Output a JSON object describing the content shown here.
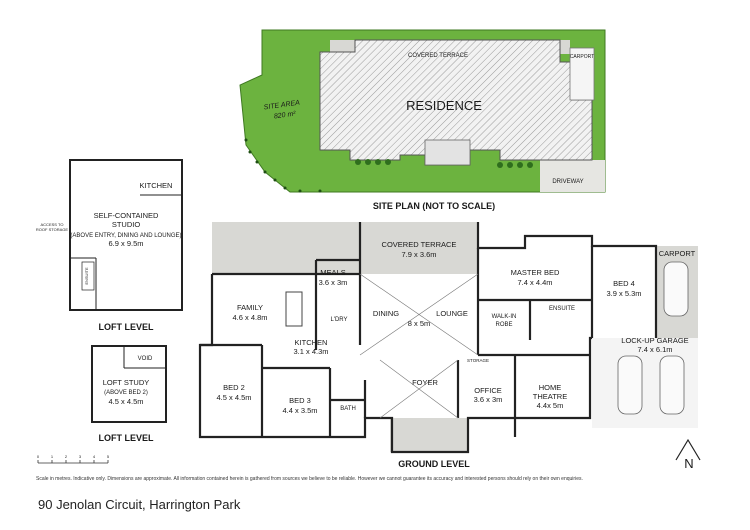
{
  "site_plan": {
    "residence": "RESIDENCE",
    "covered_terrace": "COVERED TERRACE",
    "carport": "CARPORT",
    "driveway": "DRIVEWAY",
    "site_area": "SITE AREA",
    "site_area_value": "820 m²",
    "title": "SITE PLAN (NOT TO SCALE)"
  },
  "loft_studio": {
    "kitchen": "KITCHEN",
    "studio_line1": "SELF-CONTAINED",
    "studio_line2": "STUDIO",
    "studio_note": "(ABOVE ENTRY, DINING AND LOUNGE)",
    "studio_size": "6.9 x 9.5m",
    "access_line1": "ACCESS TO",
    "access_line2": "ROOF STORAGE",
    "ensuite": "ENSUITE",
    "level_label": "LOFT LEVEL"
  },
  "loft_study": {
    "void": "VOID",
    "line1": "LOFT STUDY",
    "line2": "(ABOVE BED 2)",
    "size": "4.5 x 4.5m",
    "level_label": "LOFT LEVEL"
  },
  "ground": {
    "covered_terrace": {
      "name": "COVERED TERRACE",
      "size": "7.9 x 3.6m"
    },
    "meals": {
      "name": "MEALS",
      "size": "3.6 x 3m"
    },
    "family": {
      "name": "FAMILY",
      "size": "4.6 x 4.8m"
    },
    "kitchen": {
      "name": "KITCHEN",
      "size": "3.1 x 4.3m"
    },
    "lory": "L'DRY",
    "dining": "DINING",
    "lounge": "LOUNGE",
    "dining_lounge_size": "8 x 5m",
    "master_bed": {
      "name": "MASTER BED",
      "size": "7.4 x 4.4m"
    },
    "walk_in_robe_1": "WALK-IN",
    "walk_in_robe_2": "ROBE",
    "ensuite": "ENSUITE",
    "bed4": {
      "name": "BED 4",
      "size": "3.9 x 5.3m"
    },
    "carport": "CARPORT",
    "garage": {
      "name": "LOCK-UP GARAGE",
      "size": "7.4 x 6.1m"
    },
    "bed2": {
      "name": "BED 2",
      "size": "4.5 x 4.5m"
    },
    "bed3": {
      "name": "BED 3",
      "size": "4.4 x 3.5m"
    },
    "bath": "BATH",
    "foyer": "FOYER",
    "storage": "STORAGE",
    "office": {
      "name": "OFFICE",
      "size": "3.6 x 3m"
    },
    "home_theatre": {
      "name": "HOME",
      "name2": "THEATRE",
      "size": "4.4x 5m"
    },
    "level_label": "GROUND LEVEL"
  },
  "scale_numbers": [
    "0",
    "1",
    "2",
    "3",
    "4",
    "5"
  ],
  "north": "N",
  "disclaimer": "Scale in metres. Indicative only. Dimensions are approximate. All information contained herein is gathered from sources we believe to be reliable. However we cannot guarantee its accuracy and interested persons should rely on their own enquiries.",
  "address": "90 Jenolan Circuit, Harrington Park",
  "colors": {
    "lawn": "#6cb33f",
    "hatch": "#9a9a9a",
    "terrace": "#d8d8d4",
    "wall": "#222222"
  }
}
